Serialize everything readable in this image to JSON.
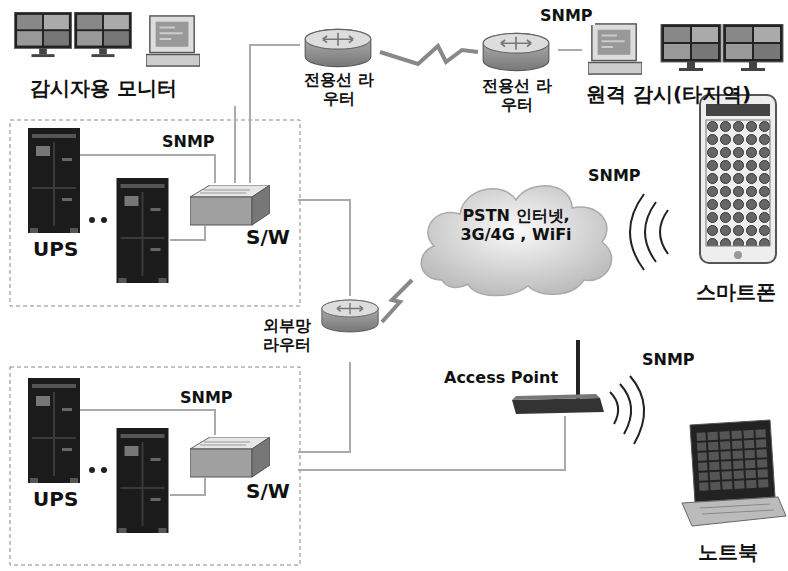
{
  "diagram": {
    "nodes": [
      {
        "text": [
          "감시자용 모니터"
        ]
      },
      {
        "text": [
          "전용선 라우터"
        ]
      },
      {
        "text": [
          "전용선 라우터"
        ]
      },
      {
        "text": [
          "원격 감시(타지역)"
        ]
      },
      {
        "text": [
          "UPS"
        ]
      },
      {
        "text": [
          "S/W"
        ]
      },
      {
        "text": [
          "PSTN 인터넷, 3G/4G , WiFi"
        ]
      },
      {
        "text": [
          "스마트폰"
        ]
      },
      {
        "text": [
          "외부망 라우터"
        ]
      },
      {
        "text": [
          "Access Point"
        ]
      },
      {
        "text": [
          "UPS"
        ]
      },
      {
        "text": [
          "S/W"
        ]
      },
      {
        "text": [
          "노트북"
        ]
      }
    ],
    "edges": [
      {
        "from": 4,
        "to": 5,
        "label": "SNMP",
        "arrow": "none"
      },
      {
        "from": 5,
        "to": 0,
        "arrow": "none"
      },
      {
        "from": 5,
        "to": 1,
        "arrow": "none"
      },
      {
        "from": 1,
        "to": 2,
        "arrow": "none"
      },
      {
        "from": 2,
        "to": 3,
        "arrow": "none"
      },
      {
        "from": 5,
        "to": 8,
        "arrow": "none"
      },
      {
        "from": 11,
        "to": 8,
        "arrow": "none"
      },
      {
        "from": 8,
        "to": 6,
        "arrow": "none"
      },
      {
        "from": 11,
        "to": 9,
        "arrow": "none"
      },
      {
        "from": 10,
        "to": 11,
        "label": "SNMP",
        "arrow": "none"
      }
    ],
    "labels": [
      "SNMP",
      "SNMP",
      "SNMP"
    ]
  }
}
